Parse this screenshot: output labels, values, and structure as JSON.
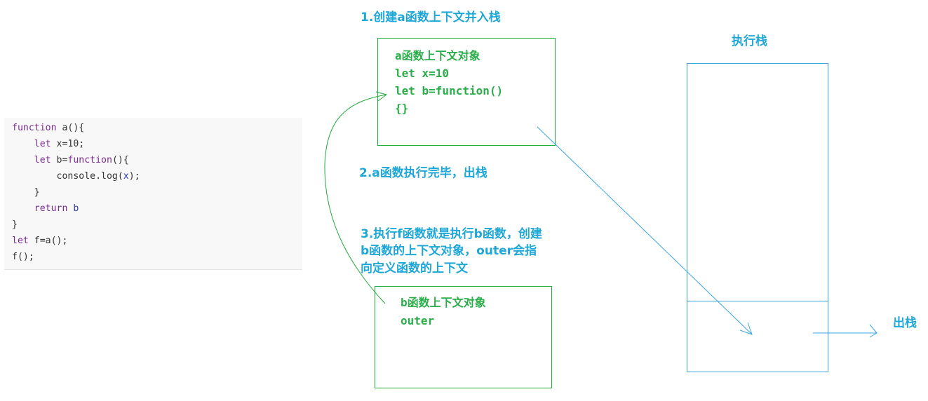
{
  "code": {
    "lines": [
      [
        {
          "t": "function ",
          "c": "kw"
        },
        {
          "t": "a(){",
          "c": ""
        }
      ],
      [
        {
          "t": "    let ",
          "c": "kw"
        },
        {
          "t": "x=10;",
          "c": ""
        }
      ],
      [
        {
          "t": "    let ",
          "c": "kw"
        },
        {
          "t": "b=",
          "c": ""
        },
        {
          "t": "function",
          "c": "kw"
        },
        {
          "t": "(){",
          "c": ""
        }
      ],
      [
        {
          "t": "        console.log(",
          "c": ""
        },
        {
          "t": "x",
          "c": "arg"
        },
        {
          "t": ");",
          "c": ""
        }
      ],
      [
        {
          "t": "    }",
          "c": ""
        }
      ],
      [
        {
          "t": "    return ",
          "c": "kw"
        },
        {
          "t": "b",
          "c": "arg"
        }
      ],
      [
        {
          "t": "}",
          "c": ""
        }
      ],
      [
        {
          "t": "let ",
          "c": "kw"
        },
        {
          "t": "f=a();",
          "c": ""
        }
      ],
      [
        {
          "t": "f();",
          "c": ""
        }
      ]
    ]
  },
  "steps": {
    "step1": "1.创建a函数上下文并入栈",
    "step2": "2.a函数执行完毕，出栈",
    "step3_line1": "3.执行f函数就是执行b函数，创建",
    "step3_line2": "b函数的上下文对象，outer会指",
    "step3_line3": "向定义函数的上下文"
  },
  "context_a": {
    "title": "a函数上下文对象",
    "line1": "let x=10",
    "line2": "let b=function()",
    "line3": "{}"
  },
  "context_b": {
    "title": "b函数上下文对象",
    "line1": "outer"
  },
  "stack": {
    "title": "执行栈",
    "pop_label": "出栈"
  },
  "colors": {
    "step_text": "#1ea7d7",
    "context_text": "#2bad4a",
    "context_border": "#22aa3a",
    "stack_border": "#3aa5e0",
    "keyword": "#7a2a8f"
  }
}
